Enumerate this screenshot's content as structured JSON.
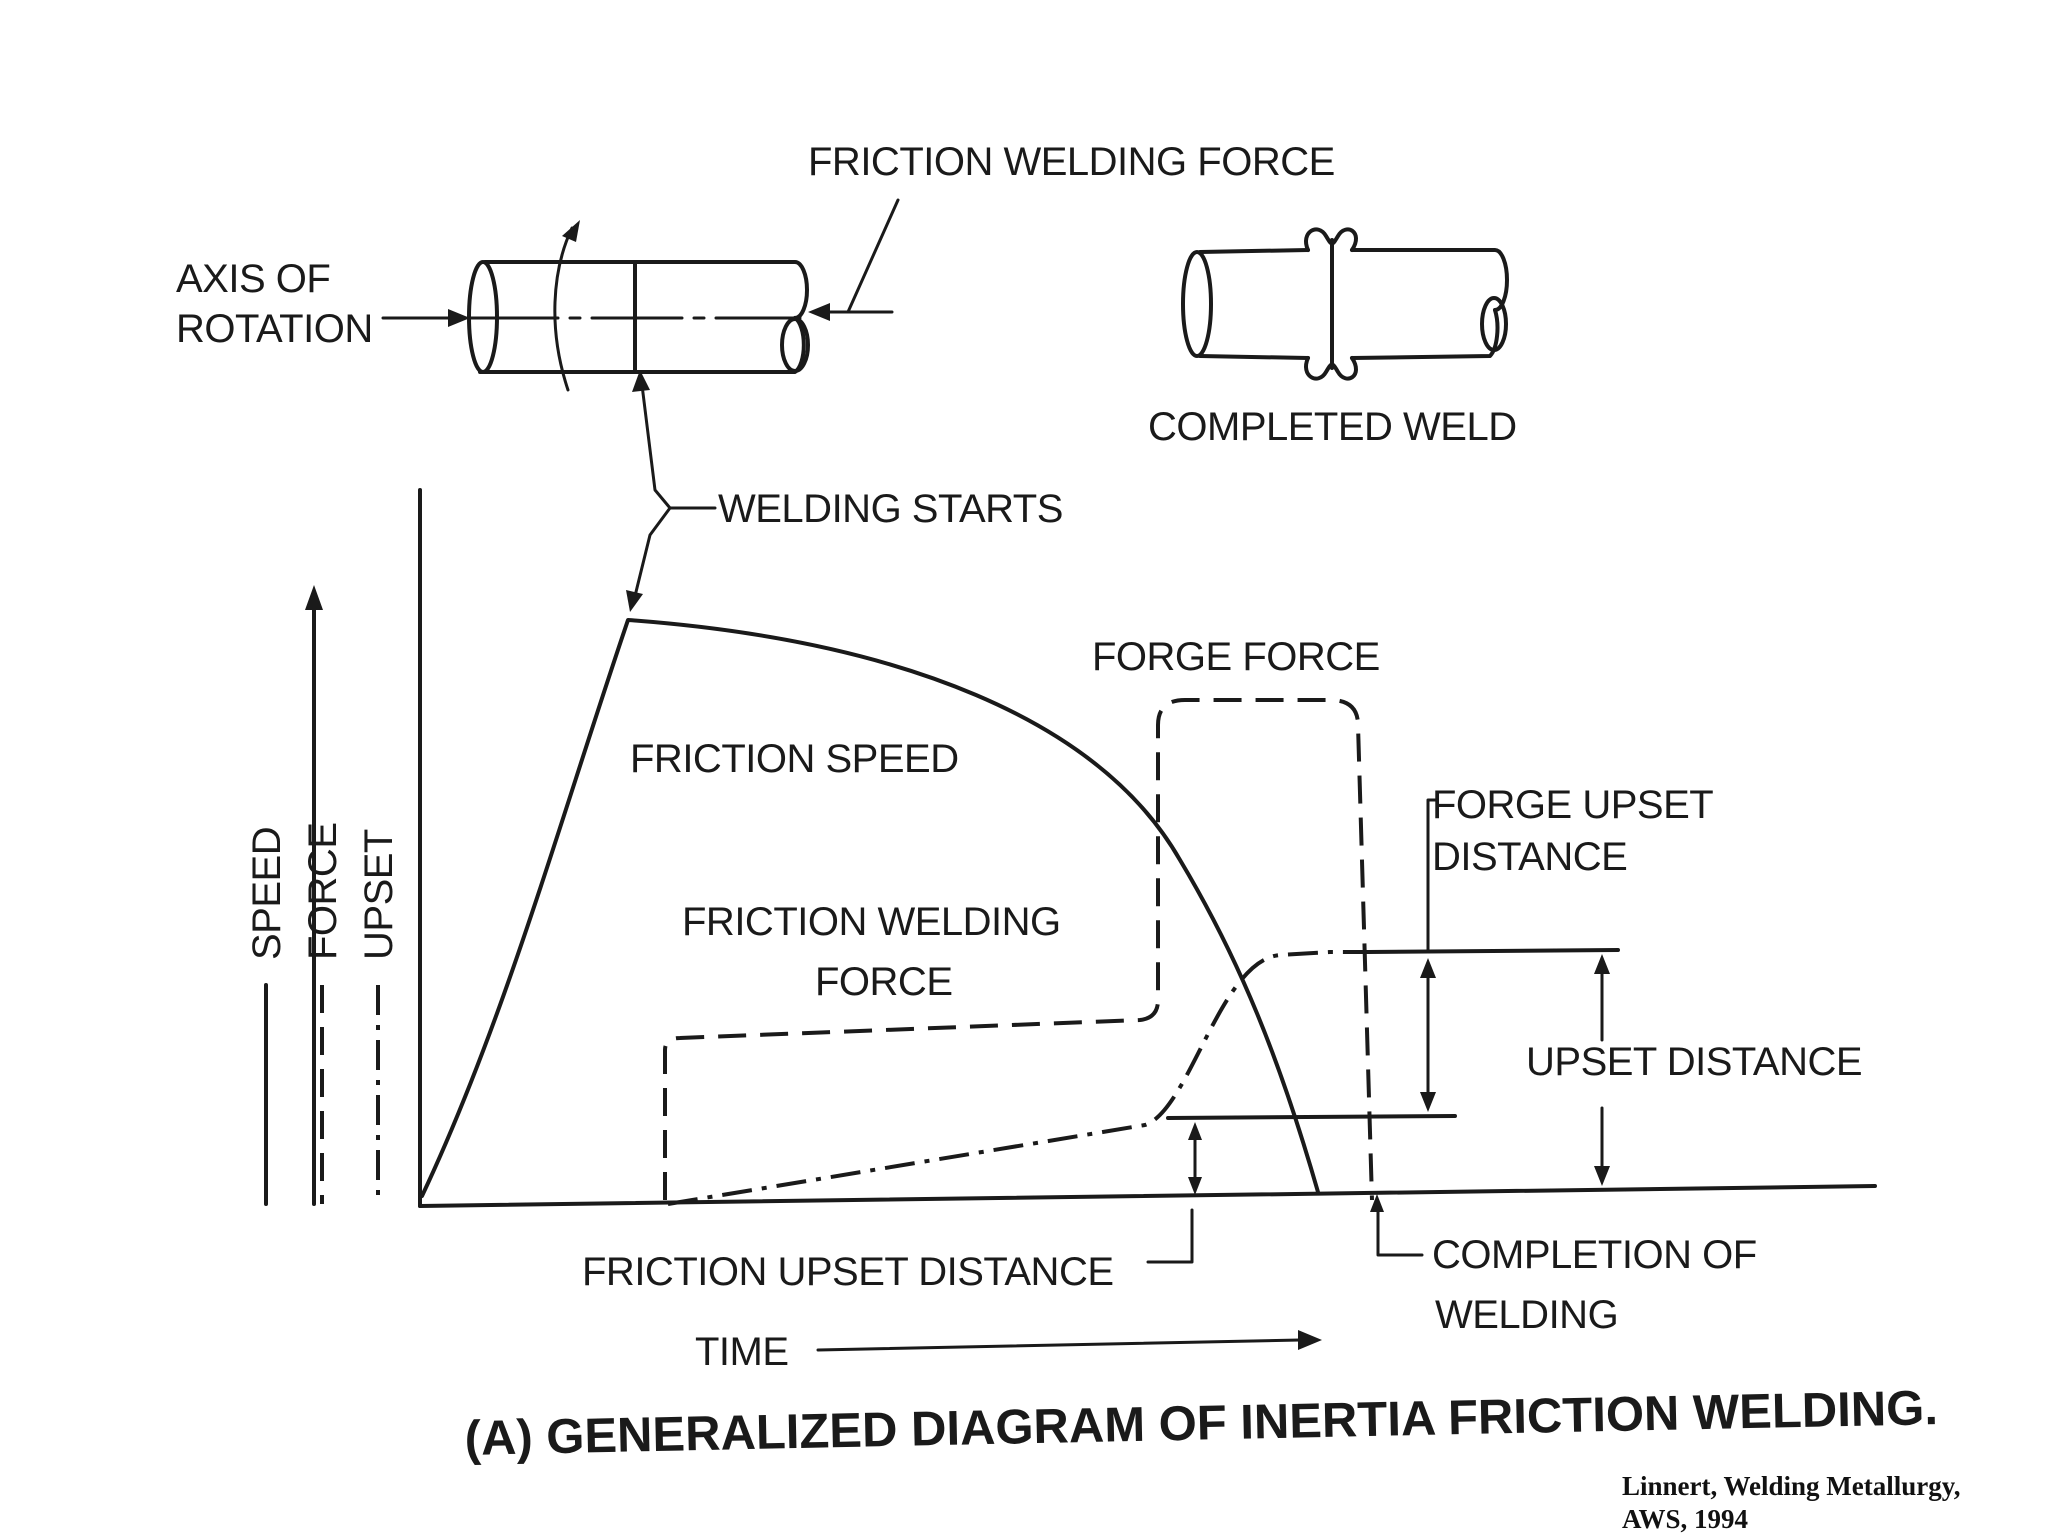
{
  "labels": {
    "friction_welding_force_top": "FRICTION WELDING FORCE",
    "axis_of_rotation_1": "AXIS OF",
    "axis_of_rotation_2": "ROTATION",
    "completed_weld": "COMPLETED WELD",
    "welding_starts": "WELDING STARTS",
    "forge_force": "FORGE FORCE",
    "friction_speed": "FRICTION SPEED",
    "forge_upset_1": "FORGE UPSET",
    "forge_upset_2": "DISTANCE",
    "friction_welding_force_1": "FRICTION WELDING",
    "friction_welding_force_2": "FORCE",
    "upset_distance": "UPSET DISTANCE",
    "friction_upset_distance": "FRICTION UPSET DISTANCE",
    "completion_1": "COMPLETION OF",
    "completion_2": "WELDING",
    "time": "TIME",
    "legend_speed": "SPEED",
    "legend_force": "FORCE",
    "legend_upset": "UPSET"
  },
  "title": "(A) GENERALIZED DIAGRAM OF INERTIA FRICTION WELDING.",
  "citation": {
    "line1": "Linnert, Welding Metallurgy,",
    "line2": "AWS, 1994"
  }
}
